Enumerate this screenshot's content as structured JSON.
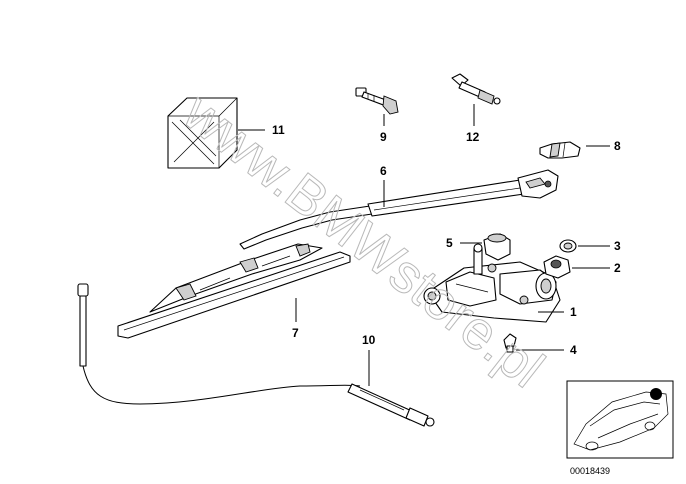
{
  "diagram": {
    "callouts": [
      "1",
      "2",
      "3",
      "4",
      "5",
      "6",
      "7",
      "8",
      "9",
      "10",
      "11",
      "12"
    ],
    "watermark": "www.BMWstore.pl",
    "image_code": "00018439"
  }
}
